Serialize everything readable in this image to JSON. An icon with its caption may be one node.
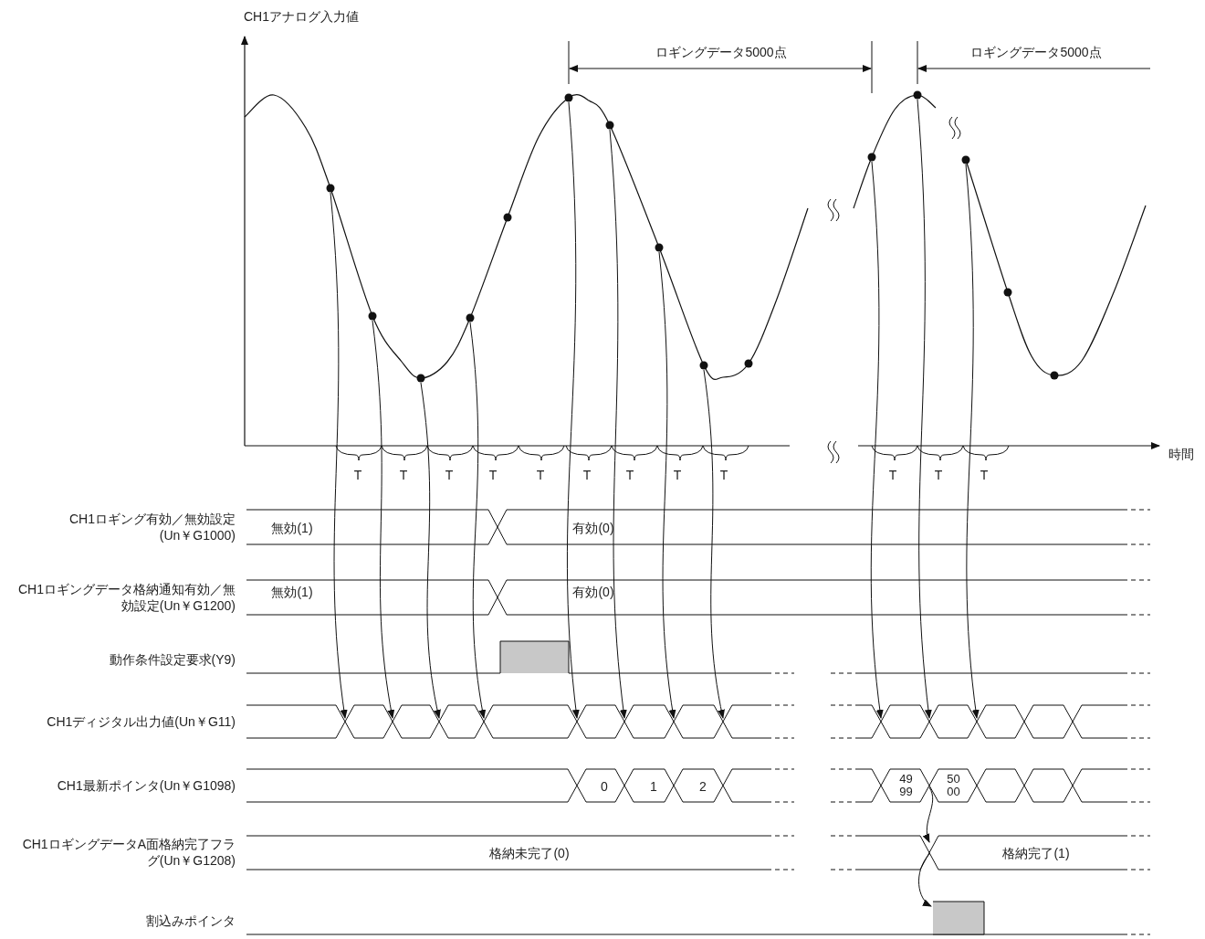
{
  "diagram": {
    "nodes": [
      {
        "text": [],
        "shape": "circle"
      },
      {
        "text": [],
        "shape": "circle"
      },
      {
        "text": [],
        "shape": "circle"
      },
      {
        "text": [],
        "shape": "circle"
      },
      {
        "text": [],
        "shape": "circle"
      },
      {
        "text": [],
        "shape": "circle"
      },
      {
        "text": [],
        "shape": "circle"
      },
      {
        "text": [],
        "shape": "circle"
      },
      {
        "text": [],
        "shape": "circle"
      },
      {
        "text": [],
        "shape": "circle"
      },
      {
        "text": [],
        "shape": "circle"
      },
      {
        "text": [],
        "shape": "circle"
      },
      {
        "text": [],
        "shape": "circle"
      },
      {
        "text": [],
        "shape": "circle"
      },
      {
        "text": [],
        "shape": "circle"
      },
      {
        "text": [],
        "shape": "bar"
      },
      {
        "text": [
          "5000"
        ]
      }
    ],
    "edges": [
      {
        "from": 0,
        "to": null,
        "arrow": "to"
      },
      {
        "from": 1,
        "to": null,
        "arrow": "to"
      },
      {
        "from": 2,
        "to": null,
        "arrow": "to"
      },
      {
        "from": 3,
        "to": null,
        "arrow": "to"
      },
      {
        "from": 5,
        "to": null,
        "arrow": "to"
      },
      {
        "from": 6,
        "to": null,
        "arrow": "to"
      },
      {
        "from": 7,
        "to": null,
        "arrow": "to"
      },
      {
        "from": 8,
        "to": null,
        "arrow": "to"
      },
      {
        "from": 10,
        "to": null,
        "arrow": "to"
      },
      {
        "from": 11,
        "to": null,
        "arrow": "to"
      },
      {
        "from": 12,
        "to": null,
        "arrow": "to"
      },
      {
        "from": 16,
        "to": null,
        "arrow": "to"
      },
      {
        "from": null,
        "to": 15,
        "arrow": "to"
      }
    ],
    "labels": [
      "CH1アナログ入力値",
      "ロギングデータ5000点",
      "ロギングデータ5000点",
      "時間",
      "T",
      "T",
      "T",
      "T",
      "T",
      "T",
      "T",
      "T",
      "T",
      "T",
      "T",
      "T",
      "CH1ロギング有効／無効設定(Un￥G1000)",
      "無効(1)",
      "有効(0)",
      "CH1ロギングデータ格納通知有効／無効設定(Un￥G1200)",
      "無効(1)",
      "有効(0)",
      "動作条件設定要求(Y9)",
      "CH1ディジタル出力値(Un￥G11)",
      "CH1最新ポインタ(Un￥G1098)",
      "0",
      "1",
      "2",
      "4999",
      "CH1ロギングデータA面格納完了フラグ(Un￥G1208)",
      "格納未完了(0)",
      "格納完了(1)",
      "割込みポインタ"
    ]
  }
}
